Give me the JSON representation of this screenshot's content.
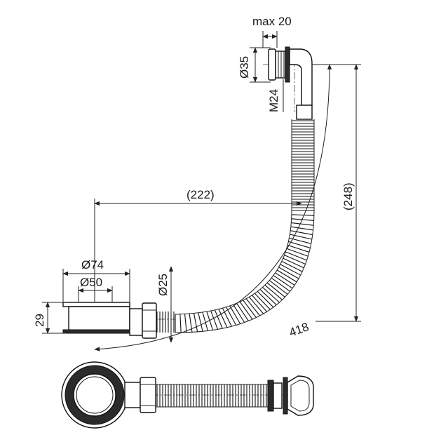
{
  "dimensions": {
    "max_clamp": "max 20",
    "overflow_diameter": "Ø35",
    "thread": "M24",
    "height_248": "(248)",
    "width_222": "(222)",
    "outer_diameter": "Ø74",
    "inner_diameter": "Ø50",
    "hose_diameter": "Ø25",
    "trap_height": "29",
    "length_418": "418"
  },
  "colors": {
    "line": "#222222",
    "fill_dark": "#2b2b2b",
    "background": "#ffffff"
  }
}
